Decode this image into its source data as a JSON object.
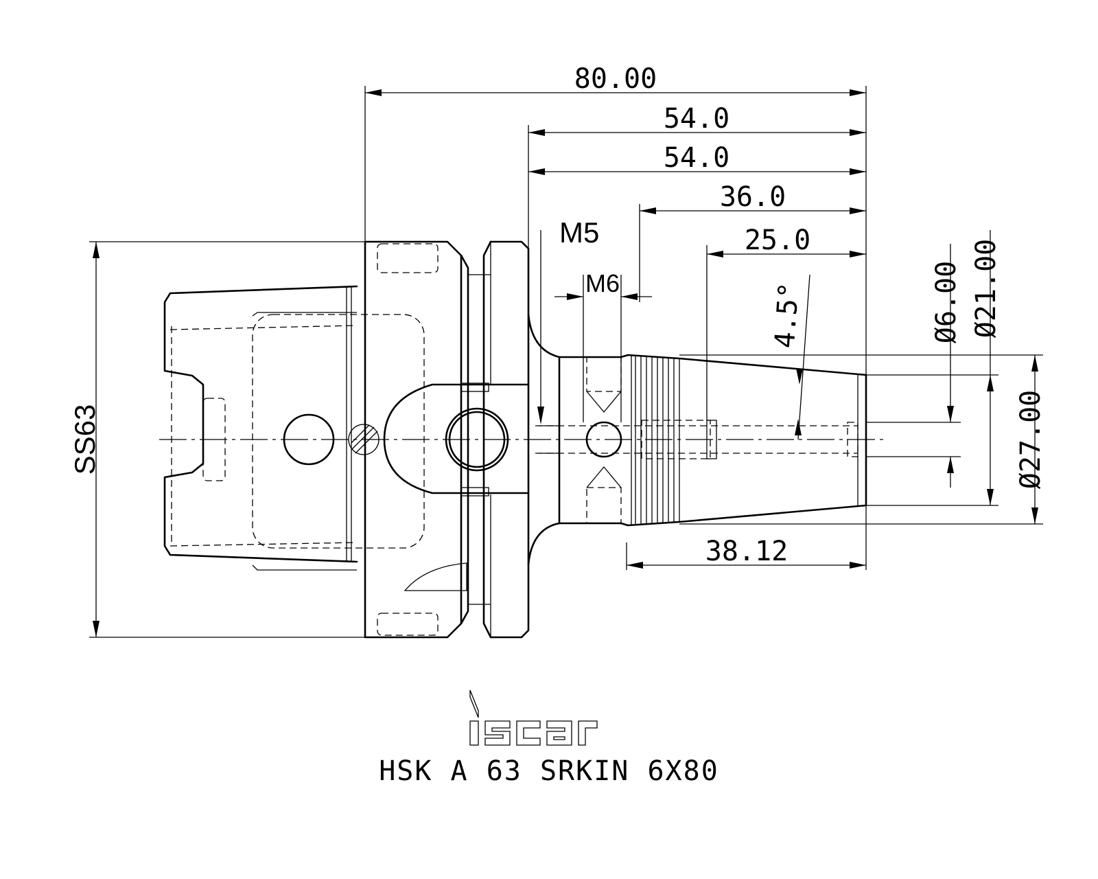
{
  "product": {
    "brand": "iscar",
    "designation": "HSK A 63 SRKIN 6X80"
  },
  "dimensions": {
    "overall_length": "80.00",
    "length_a": "54.0",
    "length_b": "54.0",
    "length_c": "36.0",
    "length_d": "25.0",
    "thread_length": "38.12",
    "taper_angle": "4.5°",
    "bore_diameter": "Ø6.00",
    "nose_diameter": "Ø21.00",
    "body_diameter": "Ø27.00",
    "shank_size": "SS63",
    "coolant_thread": "M5",
    "screw_thread": "M6"
  }
}
